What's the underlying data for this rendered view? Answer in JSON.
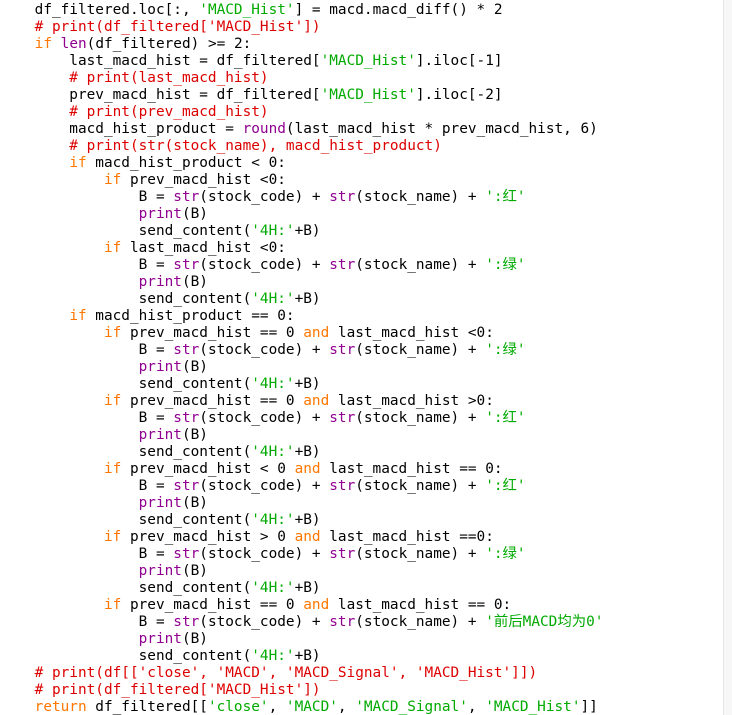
{
  "colors": {
    "background": "#ffffff",
    "default": "#000000",
    "keyword": "#ff7700",
    "builtin": "#900090",
    "string": "#00aa00",
    "comment": "#dd0000"
  },
  "lines": [
    [
      {
        "t": "    df_filtered.loc[:, ",
        "c": "default"
      },
      {
        "t": "'MACD_Hist'",
        "c": "string"
      },
      {
        "t": "] = macd.macd_diff() * 2",
        "c": "default"
      }
    ],
    [
      {
        "t": "    # print(df_filtered['MACD_Hist'])",
        "c": "comment"
      }
    ],
    [
      {
        "t": "    ",
        "c": "default"
      },
      {
        "t": "if",
        "c": "keyword"
      },
      {
        "t": " ",
        "c": "default"
      },
      {
        "t": "len",
        "c": "builtin"
      },
      {
        "t": "(df_filtered) >= 2:",
        "c": "default"
      }
    ],
    [
      {
        "t": "        last_macd_hist = df_filtered[",
        "c": "default"
      },
      {
        "t": "'MACD_Hist'",
        "c": "string"
      },
      {
        "t": "].iloc[-1]",
        "c": "default"
      }
    ],
    [
      {
        "t": "        # print(last_macd_hist)",
        "c": "comment"
      }
    ],
    [
      {
        "t": "        prev_macd_hist = df_filtered[",
        "c": "default"
      },
      {
        "t": "'MACD_Hist'",
        "c": "string"
      },
      {
        "t": "].iloc[-2]",
        "c": "default"
      }
    ],
    [
      {
        "t": "        # print(prev_macd_hist)",
        "c": "comment"
      }
    ],
    [
      {
        "t": "        macd_hist_product = ",
        "c": "default"
      },
      {
        "t": "round",
        "c": "builtin"
      },
      {
        "t": "(last_macd_hist * prev_macd_hist, 6)",
        "c": "default"
      }
    ],
    [
      {
        "t": "        # print(str(stock_name), macd_hist_product)",
        "c": "comment"
      }
    ],
    [
      {
        "t": "        ",
        "c": "default"
      },
      {
        "t": "if",
        "c": "keyword"
      },
      {
        "t": " macd_hist_product < 0:",
        "c": "default"
      }
    ],
    [
      {
        "t": "            ",
        "c": "default"
      },
      {
        "t": "if",
        "c": "keyword"
      },
      {
        "t": " prev_macd_hist <0:",
        "c": "default"
      }
    ],
    [
      {
        "t": "                B = ",
        "c": "default"
      },
      {
        "t": "str",
        "c": "builtin"
      },
      {
        "t": "(stock_code) + ",
        "c": "default"
      },
      {
        "t": "str",
        "c": "builtin"
      },
      {
        "t": "(stock_name) + ",
        "c": "default"
      },
      {
        "t": "':红'",
        "c": "string"
      }
    ],
    [
      {
        "t": "                ",
        "c": "default"
      },
      {
        "t": "print",
        "c": "builtin"
      },
      {
        "t": "(B)",
        "c": "default"
      }
    ],
    [
      {
        "t": "                send_content(",
        "c": "default"
      },
      {
        "t": "'4H:'",
        "c": "string"
      },
      {
        "t": "+B)",
        "c": "default"
      }
    ],
    [
      {
        "t": "            ",
        "c": "default"
      },
      {
        "t": "if",
        "c": "keyword"
      },
      {
        "t": " last_macd_hist <0:",
        "c": "default"
      }
    ],
    [
      {
        "t": "                B = ",
        "c": "default"
      },
      {
        "t": "str",
        "c": "builtin"
      },
      {
        "t": "(stock_code) + ",
        "c": "default"
      },
      {
        "t": "str",
        "c": "builtin"
      },
      {
        "t": "(stock_name) + ",
        "c": "default"
      },
      {
        "t": "':绿'",
        "c": "string"
      }
    ],
    [
      {
        "t": "                ",
        "c": "default"
      },
      {
        "t": "print",
        "c": "builtin"
      },
      {
        "t": "(B)",
        "c": "default"
      }
    ],
    [
      {
        "t": "                send_content(",
        "c": "default"
      },
      {
        "t": "'4H:'",
        "c": "string"
      },
      {
        "t": "+B)",
        "c": "default"
      }
    ],
    [
      {
        "t": "        ",
        "c": "default"
      },
      {
        "t": "if",
        "c": "keyword"
      },
      {
        "t": " macd_hist_product == 0:",
        "c": "default"
      }
    ],
    [
      {
        "t": "            ",
        "c": "default"
      },
      {
        "t": "if",
        "c": "keyword"
      },
      {
        "t": " prev_macd_hist == 0 ",
        "c": "default"
      },
      {
        "t": "and",
        "c": "keyword"
      },
      {
        "t": " last_macd_hist <0:",
        "c": "default"
      }
    ],
    [
      {
        "t": "                B = ",
        "c": "default"
      },
      {
        "t": "str",
        "c": "builtin"
      },
      {
        "t": "(stock_code) + ",
        "c": "default"
      },
      {
        "t": "str",
        "c": "builtin"
      },
      {
        "t": "(stock_name) + ",
        "c": "default"
      },
      {
        "t": "':绿'",
        "c": "string"
      }
    ],
    [
      {
        "t": "                ",
        "c": "default"
      },
      {
        "t": "print",
        "c": "builtin"
      },
      {
        "t": "(B)",
        "c": "default"
      }
    ],
    [
      {
        "t": "                send_content(",
        "c": "default"
      },
      {
        "t": "'4H:'",
        "c": "string"
      },
      {
        "t": "+B)",
        "c": "default"
      }
    ],
    [
      {
        "t": "            ",
        "c": "default"
      },
      {
        "t": "if",
        "c": "keyword"
      },
      {
        "t": " prev_macd_hist == 0 ",
        "c": "default"
      },
      {
        "t": "and",
        "c": "keyword"
      },
      {
        "t": " last_macd_hist >0:",
        "c": "default"
      }
    ],
    [
      {
        "t": "                B = ",
        "c": "default"
      },
      {
        "t": "str",
        "c": "builtin"
      },
      {
        "t": "(stock_code) + ",
        "c": "default"
      },
      {
        "t": "str",
        "c": "builtin"
      },
      {
        "t": "(stock_name) + ",
        "c": "default"
      },
      {
        "t": "':红'",
        "c": "string"
      }
    ],
    [
      {
        "t": "                ",
        "c": "default"
      },
      {
        "t": "print",
        "c": "builtin"
      },
      {
        "t": "(B)",
        "c": "default"
      }
    ],
    [
      {
        "t": "                send_content(",
        "c": "default"
      },
      {
        "t": "'4H:'",
        "c": "string"
      },
      {
        "t": "+B)",
        "c": "default"
      }
    ],
    [
      {
        "t": "            ",
        "c": "default"
      },
      {
        "t": "if",
        "c": "keyword"
      },
      {
        "t": " prev_macd_hist < 0 ",
        "c": "default"
      },
      {
        "t": "and",
        "c": "keyword"
      },
      {
        "t": " last_macd_hist == 0:",
        "c": "default"
      }
    ],
    [
      {
        "t": "                B = ",
        "c": "default"
      },
      {
        "t": "str",
        "c": "builtin"
      },
      {
        "t": "(stock_code) + ",
        "c": "default"
      },
      {
        "t": "str",
        "c": "builtin"
      },
      {
        "t": "(stock_name) + ",
        "c": "default"
      },
      {
        "t": "':红'",
        "c": "string"
      }
    ],
    [
      {
        "t": "                ",
        "c": "default"
      },
      {
        "t": "print",
        "c": "builtin"
      },
      {
        "t": "(B)",
        "c": "default"
      }
    ],
    [
      {
        "t": "                send_content(",
        "c": "default"
      },
      {
        "t": "'4H:'",
        "c": "string"
      },
      {
        "t": "+B)",
        "c": "default"
      }
    ],
    [
      {
        "t": "            ",
        "c": "default"
      },
      {
        "t": "if",
        "c": "keyword"
      },
      {
        "t": " prev_macd_hist > 0 ",
        "c": "default"
      },
      {
        "t": "and",
        "c": "keyword"
      },
      {
        "t": " last_macd_hist ==0:",
        "c": "default"
      }
    ],
    [
      {
        "t": "                B = ",
        "c": "default"
      },
      {
        "t": "str",
        "c": "builtin"
      },
      {
        "t": "(stock_code) + ",
        "c": "default"
      },
      {
        "t": "str",
        "c": "builtin"
      },
      {
        "t": "(stock_name) + ",
        "c": "default"
      },
      {
        "t": "':绿'",
        "c": "string"
      }
    ],
    [
      {
        "t": "                ",
        "c": "default"
      },
      {
        "t": "print",
        "c": "builtin"
      },
      {
        "t": "(B)",
        "c": "default"
      }
    ],
    [
      {
        "t": "                send_content(",
        "c": "default"
      },
      {
        "t": "'4H:'",
        "c": "string"
      },
      {
        "t": "+B)",
        "c": "default"
      }
    ],
    [
      {
        "t": "            ",
        "c": "default"
      },
      {
        "t": "if",
        "c": "keyword"
      },
      {
        "t": " prev_macd_hist == 0 ",
        "c": "default"
      },
      {
        "t": "and",
        "c": "keyword"
      },
      {
        "t": " last_macd_hist == 0:",
        "c": "default"
      }
    ],
    [
      {
        "t": "                B = ",
        "c": "default"
      },
      {
        "t": "str",
        "c": "builtin"
      },
      {
        "t": "(stock_code) + ",
        "c": "default"
      },
      {
        "t": "str",
        "c": "builtin"
      },
      {
        "t": "(stock_name) + ",
        "c": "default"
      },
      {
        "t": "'前后MACD均为0'",
        "c": "string"
      }
    ],
    [
      {
        "t": "                ",
        "c": "default"
      },
      {
        "t": "print",
        "c": "builtin"
      },
      {
        "t": "(B)",
        "c": "default"
      }
    ],
    [
      {
        "t": "                send_content(",
        "c": "default"
      },
      {
        "t": "'4H:'",
        "c": "string"
      },
      {
        "t": "+B)",
        "c": "default"
      }
    ],
    [
      {
        "t": "    # print(df[['close', 'MACD', 'MACD_Signal', 'MACD_Hist']])",
        "c": "comment"
      }
    ],
    [
      {
        "t": "    # print(df_filtered['MACD_Hist'])",
        "c": "comment"
      }
    ],
    [
      {
        "t": "    ",
        "c": "default"
      },
      {
        "t": "return",
        "c": "keyword"
      },
      {
        "t": " df_filtered[[",
        "c": "default"
      },
      {
        "t": "'close'",
        "c": "string"
      },
      {
        "t": ", ",
        "c": "default"
      },
      {
        "t": "'MACD'",
        "c": "string"
      },
      {
        "t": ", ",
        "c": "default"
      },
      {
        "t": "'MACD_Signal'",
        "c": "string"
      },
      {
        "t": ", ",
        "c": "default"
      },
      {
        "t": "'MACD_Hist'",
        "c": "string"
      },
      {
        "t": "]]",
        "c": "default"
      }
    ]
  ]
}
